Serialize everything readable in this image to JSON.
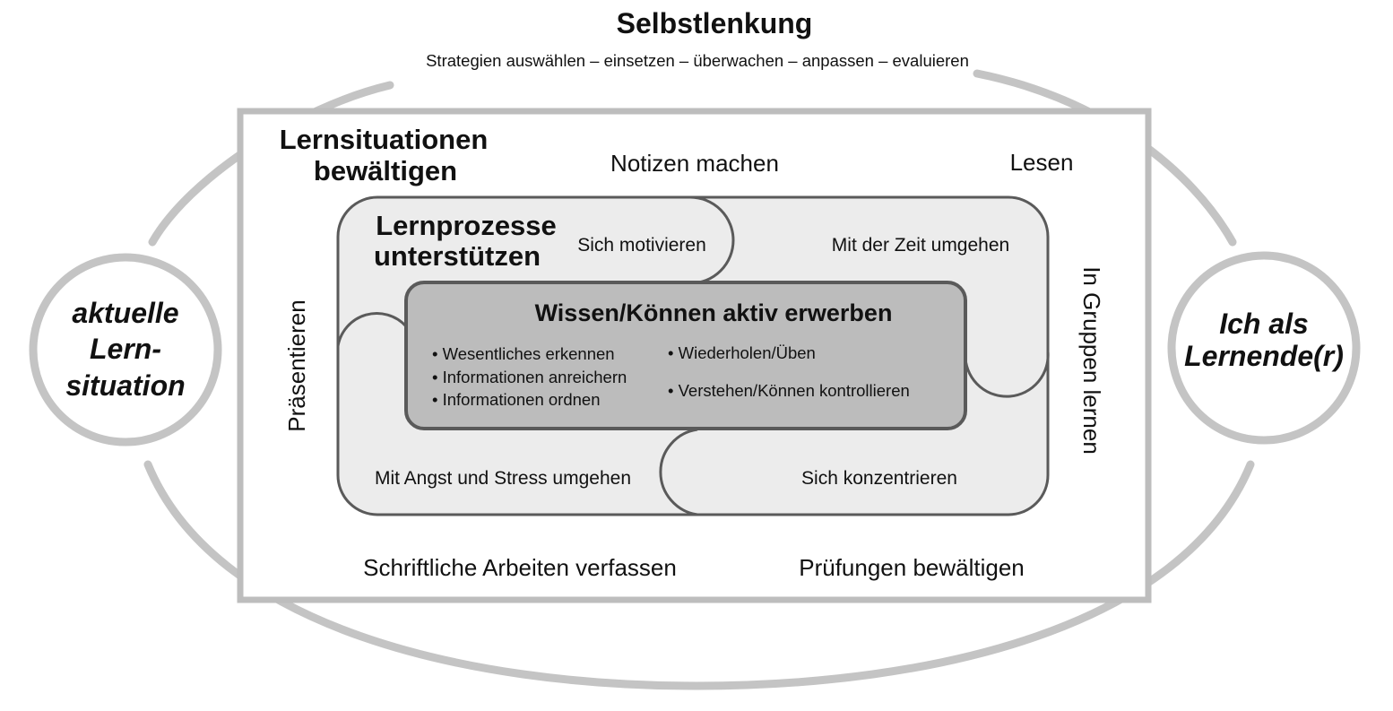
{
  "header": {
    "title": "Selbstlenkung",
    "steps": "Strategien auswählen – einsetzen – überwachen – anpassen – evaluieren"
  },
  "left_circle": {
    "lines": [
      "aktuelle",
      "Lern-",
      "situation"
    ]
  },
  "right_circle": {
    "lines": [
      "Ich als",
      "Lernende(r)"
    ]
  },
  "outer_box": {
    "title_lines": [
      "Lernsituationen",
      "bewältigen"
    ],
    "items": {
      "notizen": "Notizen machen",
      "lesen": "Lesen",
      "praesentieren": "Präsentieren",
      "gruppen": "In Gruppen lernen",
      "schriftlich": "Schriftliche Arbeiten verfassen",
      "pruefungen": "Prüfungen bewältigen"
    }
  },
  "middle_box": {
    "title_lines": [
      "Lernprozesse",
      "unterstützen"
    ],
    "items": {
      "motivieren": "Sich motivieren",
      "zeit": "Mit der Zeit umgehen",
      "angst": "Mit Angst und Stress umgehen",
      "konzentrieren": "Sich konzentrieren"
    }
  },
  "core_box": {
    "title": "Wissen/Können aktiv erwerben",
    "left_bullets": [
      "• Wesentliches erkennen",
      "• Informationen anreichern",
      "• Informationen ordnen"
    ],
    "right_bullets": [
      "• Wiederholen/Üben",
      "• Verstehen/Können kontrollieren"
    ]
  },
  "colors": {
    "ring": "#c4c4c4",
    "frame": "#bdbdbd",
    "middle_fill": "#ececec",
    "core_fill": "#bcbcbc",
    "stroke_dark": "#5a5a5a",
    "text": "#111111"
  }
}
